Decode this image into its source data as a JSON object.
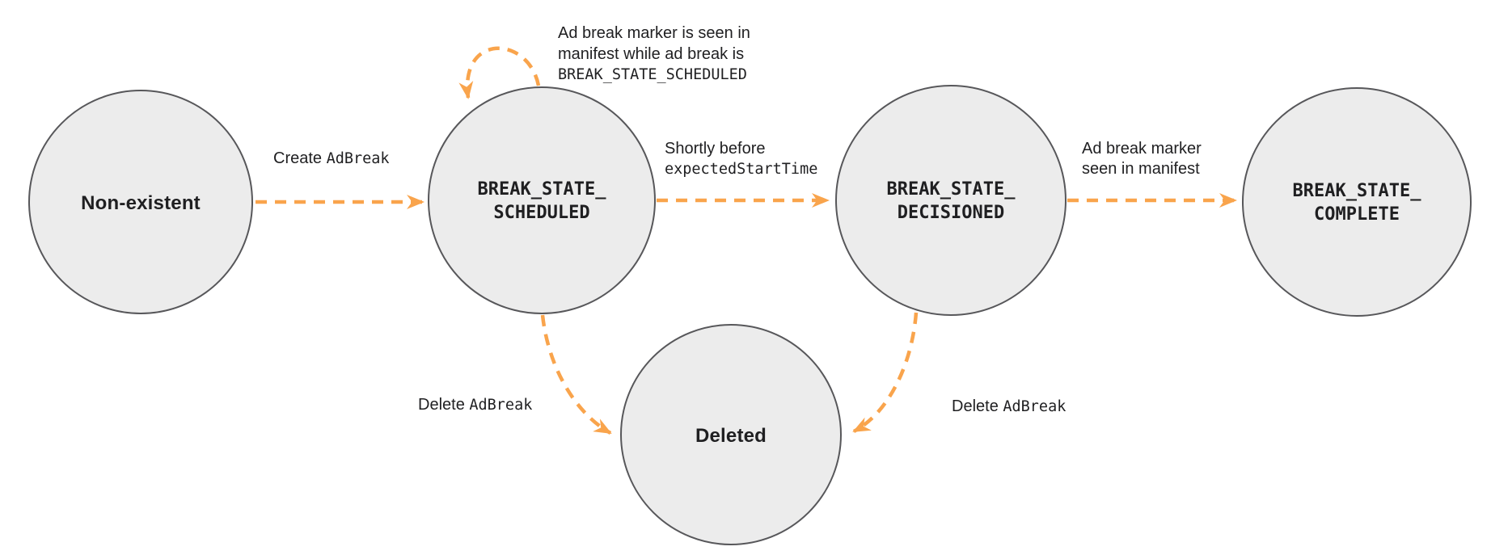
{
  "colors": {
    "arrow": "#F9A44C",
    "state_fill": "#ECECEC",
    "state_border": "#57575A"
  },
  "states": {
    "non_existent": {
      "label": "Non-existent"
    },
    "scheduled": {
      "line1": "BREAK_STATE_",
      "line2": "SCHEDULED"
    },
    "decisioned": {
      "line1": "BREAK_STATE_",
      "line2": "DECISIONED"
    },
    "complete": {
      "line1": "BREAK_STATE_",
      "line2": "COMPLETE"
    },
    "deleted": {
      "label": "Deleted"
    }
  },
  "transitions": {
    "create": {
      "plain": "Create ",
      "code": "AdBreak"
    },
    "self_loop": {
      "line1": "Ad break marker is seen in",
      "line2": "manifest while ad break is",
      "line3": "BREAK_STATE_SCHEDULED"
    },
    "shortly_before": {
      "plain": "Shortly before",
      "code": "expectedStartTime"
    },
    "marker_seen": {
      "line1": "Ad break marker",
      "line2": "seen in manifest"
    },
    "delete_left": {
      "plain": "Delete ",
      "code": "AdBreak"
    },
    "delete_right": {
      "plain": "Delete ",
      "code": "AdBreak"
    }
  }
}
